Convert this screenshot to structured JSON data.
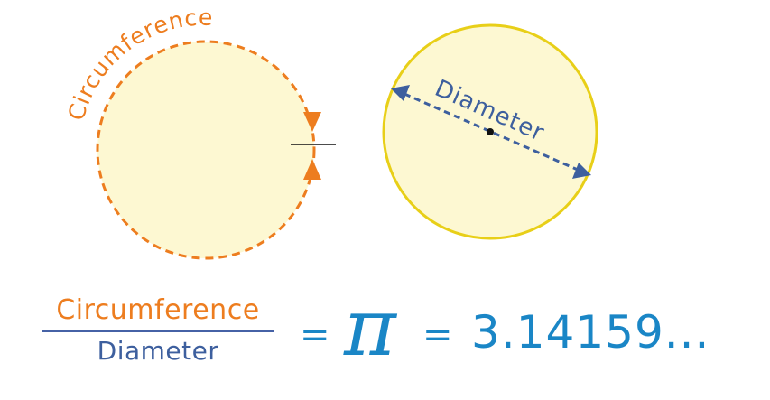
{
  "diagram": {
    "circumference_label": "Circumference",
    "diameter_label": "Diameter"
  },
  "formula": {
    "numerator": "Circumference",
    "denominator": "Diameter",
    "equals_1": "=",
    "pi_symbol": "π",
    "equals_2": "=",
    "value": "3.14159..."
  },
  "colors": {
    "circle_fill": "#fdf8d2",
    "circumference_orange": "#ed7d1f",
    "diameter_blue": "#3d5f9e",
    "circle_border_yellow": "#e8cf18",
    "pi_blue": "#1a86c6"
  }
}
